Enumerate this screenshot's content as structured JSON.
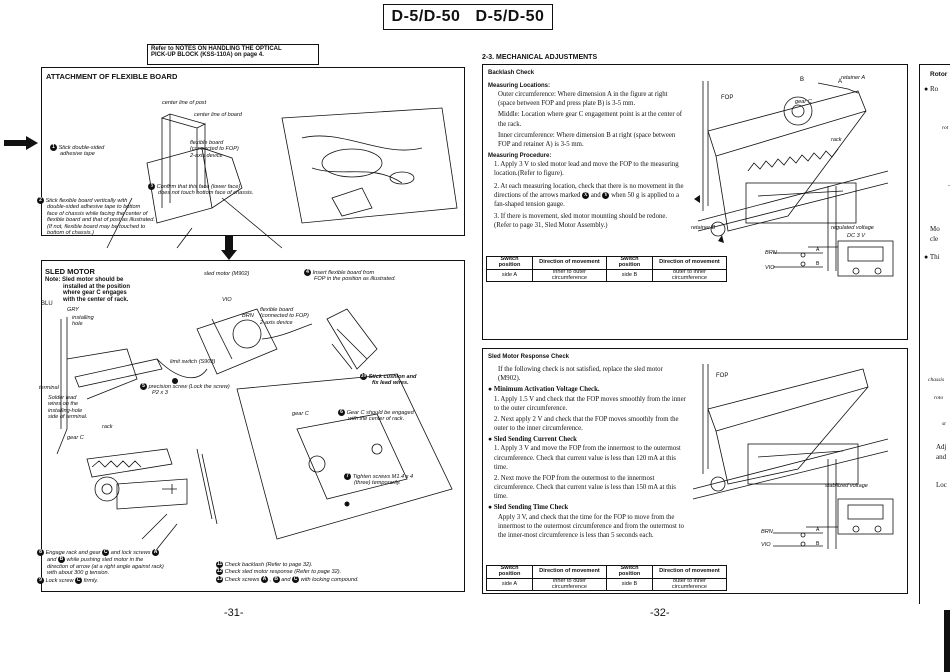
{
  "header": {
    "left": "D-5/D-50",
    "right": "D-5/D-50"
  },
  "notice": {
    "line1": "Refer to NOTES ON HANDLING THE OPTICAL",
    "line2": "PICK-UP BLOCK (KSS-110A) on page 4."
  },
  "attachment": {
    "title": "ATTACHMENT OF FLEXIBLE BOARD",
    "center_post": "center line of post",
    "center_board": "center line of board",
    "flex_board": [
      "flexible board",
      "(connected to FOP)",
      "2-axis device"
    ],
    "stick_tape": [
      "Stick double-sided",
      "adhesive tape"
    ],
    "confirm": [
      "Confirm that this face (lower face)",
      "does not touch bottom face of chassis."
    ],
    "stick_flex": [
      "Stick flexible board vertically with",
      "double-sided adhesive tape to bottom",
      "face of chassis while facing the center of",
      "flexible board and that of post as illustrated.",
      "(If not, flexible board may be touched to",
      "bottom of chassis.)"
    ]
  },
  "sled": {
    "title": "SLED MOTOR",
    "note": [
      "Note: Sled motor should be",
      "installed at the position",
      "where gear C engages",
      "with the center of rack."
    ],
    "sled_motor": "sled motor (M902)",
    "insert": [
      "Insert flexible board from",
      "FOP in the position as illustrated."
    ],
    "blu": "BLU",
    "gry": "GRY",
    "vio": "VIO",
    "brn": "BRN",
    "installing_hole": [
      "installing",
      "hole"
    ],
    "flex_board": [
      "flexible board",
      "(connected to FOP)",
      "2-axis device"
    ],
    "limit_switch": "limit switch (S903)",
    "precision_screw": [
      "precision screw (Lock the screw)",
      "P2 x 3"
    ],
    "stick_cushion": [
      "Stick cushion and",
      "fix lead wires."
    ],
    "terminal": "terminal",
    "solder": [
      "Solder lead",
      "wires on the",
      "installing-hole",
      "side of terminal."
    ],
    "rack": "rack",
    "gear_c": "gear C",
    "gear_engaged": [
      "Gear C should be engaged",
      "with the center of rack."
    ],
    "tighten": [
      "Tighten screws M1.4 x 4",
      "(three) temporarily."
    ],
    "engage": [
      "Engage rack and gear",
      "and lock screws",
      "while pushing sled motor in the",
      "direction of arrow (at a right angle against rack)",
      "with about 300 g tension.",
      "Lock screw",
      "firmly."
    ],
    "check": [
      "Check backlash (Refer to page 32).",
      "Check sled motor response (Refer to page 32).",
      "Check screws",
      "and",
      "with locking compound."
    ]
  },
  "page_left": "-31-",
  "page_right": "-32-",
  "mech": {
    "section": "2-3.  MECHANICAL  ADJUSTMENTS",
    "backlash_title": "Backlash Check",
    "measuring_locations": "Measuring Locations:",
    "outer": "Outer circumference: Where dimension A in the figure at right (space between FOP and press plate B) is 3-5 mm.",
    "middle": "Middle: Location where gear C engagement point is at the center of the rack.",
    "inner": "Inner circumference: Where dimension B at right (space between FOP and retainer A) is 3-5 mm.",
    "procedure": "Measuring Procedure:",
    "steps": [
      "1.  Apply 3 V to sled motor lead and move the FOP to the measuring location.(Refer to figure).",
      "2.  At each measuring location, check that there is no movement in the directions of the arrows marked",
      "and",
      "when 50 g is applied to a fan-shaped tension gauge.",
      "3.  If there is movement, sled motor mounting should be redone. (Refer to page 31, Sled Motor Assembly.)"
    ],
    "table": {
      "headers": [
        "Switch position",
        "Direction of movement",
        "Switch position",
        "Direction of movement"
      ],
      "row": [
        "side A",
        "inner to outer circumference",
        "side B",
        "outer to inner circumference"
      ]
    },
    "fig1": {
      "retainer_a": "retainer A",
      "fop": "FOP",
      "gear_c": "gear C",
      "rack": "rack",
      "retainer_b": "retainer B",
      "regulated": "regulated voltage",
      "dc": "DC 3 V",
      "brn": "BRN",
      "vio": "VIO"
    },
    "sled_resp_title": "Sled Motor Response Check",
    "sled_resp_intro": "If the following check is not satisfied, replace the sled motor (M902).",
    "min_title": "Minimum Activation Voltage Check.",
    "min_steps": [
      "1.  Apply 1.5 V and check that the FOP moves smoothly from the inner to the outer circumference.",
      "2.  Next apply 2 V and check that the FOP moves smoothly from the outer to the inner circumference."
    ],
    "current_title": "Sled Sending Current Check",
    "current_steps": [
      "1.  Apply 3 V and move the FOP from the innermost to the outermost circumference. Check that current value is less than 120 mA at this time.",
      "2.  Next move the FOP from the outermost to the innermost circumference. Check that current value is less than 150 mA at this time."
    ],
    "time_title": "Sled Sending Time Check",
    "time_text": "Apply 3 V, and check that the time for the FOP to move from the innermost to the outermost circumference and from the outermost to the inner-most circumference is less than 5 seconds each.",
    "fig2": {
      "fop": "FOP",
      "stabilized": "stabilized voltage",
      "brn": "BRN",
      "vio": "VIO"
    }
  },
  "right_fragment": [
    "Rotor",
    "Ro",
    "rot",
    "Mo",
    "cle",
    "Thi",
    "chassis",
    "roto",
    "st",
    "Adj",
    "and",
    "Loc"
  ]
}
